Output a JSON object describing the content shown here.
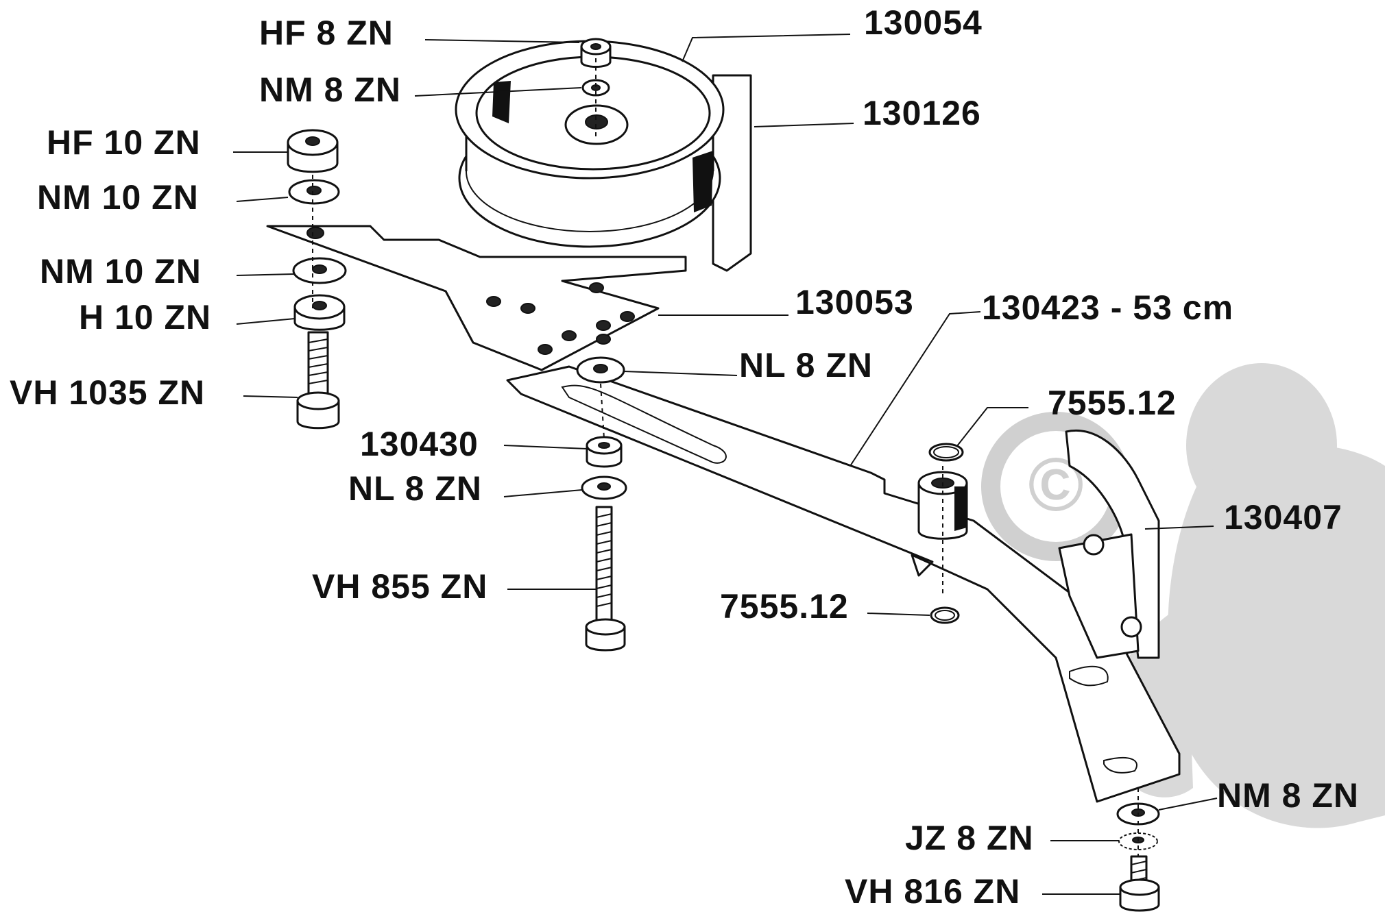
{
  "labels": {
    "hf8_top": "HF 8 ZN",
    "p130054": "130054",
    "nm8_top": "NM 8 ZN",
    "p130126": "130126",
    "hf10": "HF 10 ZN",
    "nm10_a": "NM 10 ZN",
    "nm10_b": "NM 10 ZN",
    "h10": "H 10 ZN",
    "p130053": "130053",
    "p130423": "130423 - 53 cm",
    "nl8_a": "NL 8 ZN",
    "vh1035": "VH 1035 ZN",
    "p7555_a": "7555.12",
    "p130430": "130430",
    "nl8_b": "NL 8 ZN",
    "p130407": "130407",
    "vh855": "VH 855 ZN",
    "p7555_b": "7555.12",
    "nm8_bot": "NM 8 ZN",
    "jz8": "JZ 8 ZN",
    "vh816": "VH 816 ZN"
  },
  "watermark": "©"
}
